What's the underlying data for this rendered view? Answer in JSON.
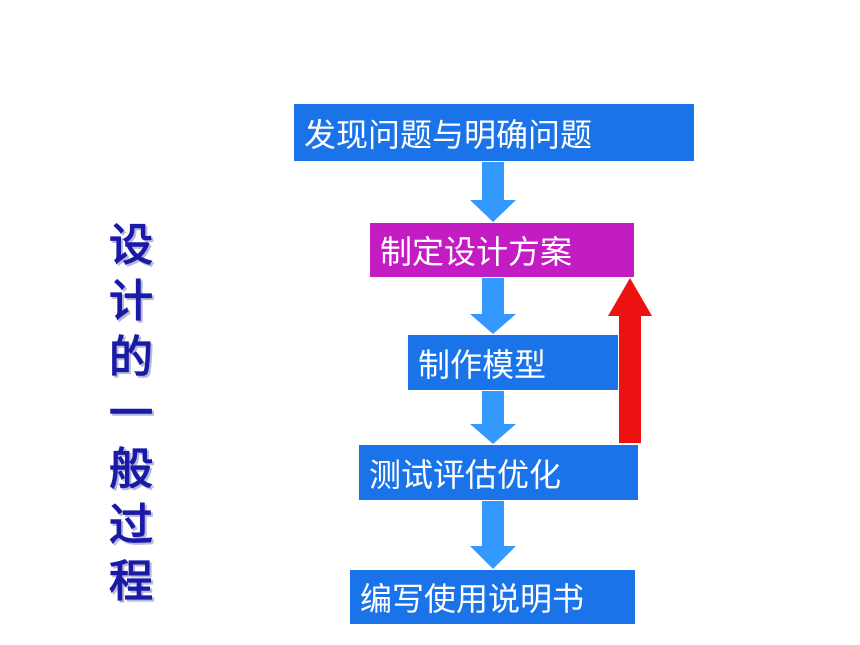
{
  "side_title": [
    "设",
    "计",
    "的",
    "一",
    "般",
    "过",
    "程"
  ],
  "steps": [
    {
      "label": "发现问题与明确问题",
      "color": "#1a73e8"
    },
    {
      "label": "制定设计方案",
      "color": "#c21cc2"
    },
    {
      "label": "制作模型",
      "color": "#1a73e8"
    },
    {
      "label": "测试评估优化",
      "color": "#1a73e8"
    },
    {
      "label": "编写使用说明书",
      "color": "#1a73e8"
    }
  ],
  "colors": {
    "down_arrow": "#3399ff",
    "feedback_arrow": "#ee1111",
    "title_text": "#1a1aa8"
  }
}
